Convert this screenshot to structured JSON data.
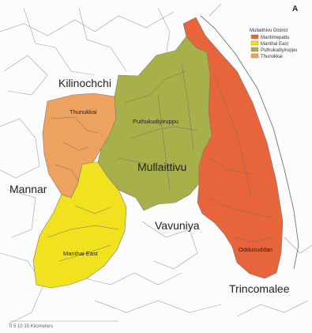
{
  "map": {
    "north_marker": "A",
    "scale_text": "0  5  10  15 Kilometers",
    "legend": {
      "title": "Mullaithivu District",
      "items": [
        {
          "label": "Maritimepattu",
          "color": "#e8643a"
        },
        {
          "label": "Manthai East",
          "color": "#f1e21f"
        },
        {
          "label": "Puthukudiyiruppu",
          "color": "#a8b049"
        },
        {
          "label": "Thunukkai",
          "color": "#eea25f"
        }
      ]
    },
    "regions": [
      {
        "label": "Thunukkai",
        "color": "#eea25f"
      },
      {
        "label": "Puthukudiyiruppu",
        "color": "#a8b049"
      },
      {
        "label": "Manthai East",
        "color": "#f1e21f"
      },
      {
        "label": "Oddusuddan",
        "color": "#e8643a"
      }
    ],
    "places": {
      "kilinochchi": "Kilinochchi",
      "mannar": "Mannar",
      "mullaitivu": "Mullaittivu",
      "vavuniya": "Vavuniya",
      "trincomalee": "Trincomalee"
    }
  }
}
